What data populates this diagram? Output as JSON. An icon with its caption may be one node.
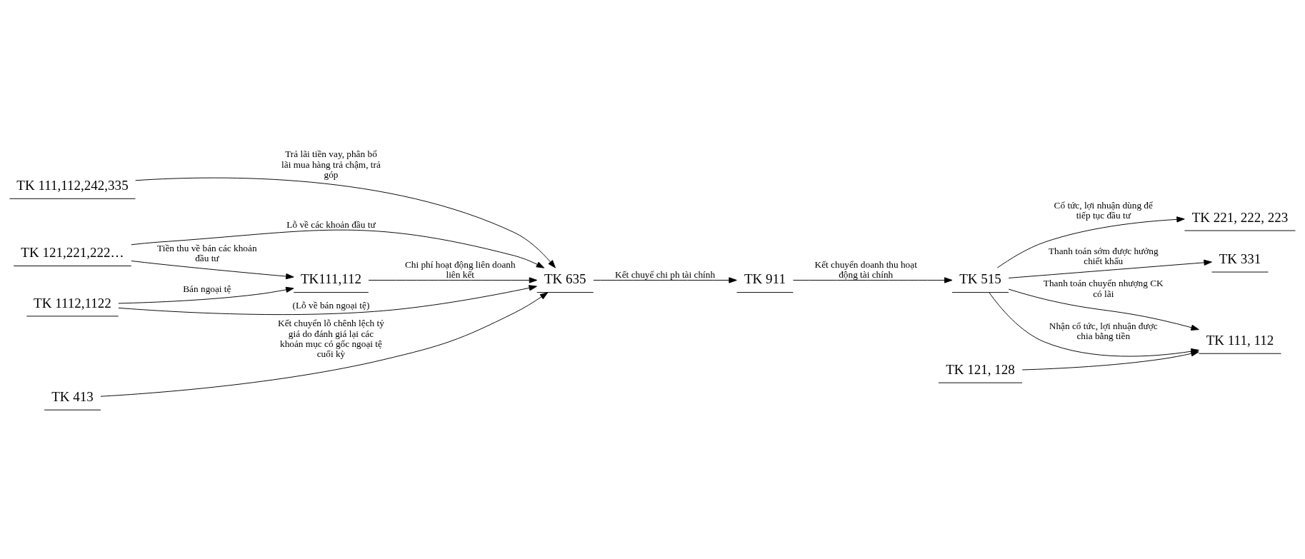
{
  "diagram": {
    "nodes": [
      {
        "text": [
          "TK 111,112,242,335"
        ]
      },
      {
        "text": [
          "TK 635"
        ]
      },
      {
        "text": [
          "TK 515"
        ]
      },
      {
        "text": [
          "TK 111, 112"
        ]
      },
      {
        "text": [
          "TK 121,221,222…"
        ]
      },
      {
        "text": [
          "TK111,112"
        ]
      },
      {
        "text": [
          "TK 121, 128"
        ]
      },
      {
        "text": [
          "TK 221, 222, 223"
        ]
      },
      {
        "text": [
          "TK 1112,1122"
        ]
      },
      {
        "text": [
          "TK 911"
        ]
      },
      {
        "text": [
          "TK 331"
        ]
      },
      {
        "text": [
          "TK 413"
        ]
      }
    ],
    "edges": [
      {
        "from": 0,
        "to": 1,
        "arrow": "to",
        "label": "Trả lãi tiền vay, phân bổ lãi mua hàng trả chậm, trả góp"
      },
      {
        "from": 4,
        "to": 1,
        "arrow": "to",
        "label": "Lỗ về các khoản đầu tư"
      },
      {
        "from": 4,
        "to": 5,
        "arrow": "to",
        "label": "Tiền thu về bán các khoản đầu tư"
      },
      {
        "from": 5,
        "to": 1,
        "arrow": "to",
        "label": "Chi phí hoạt động liên doanh liên kết"
      },
      {
        "from": 8,
        "to": 5,
        "arrow": "to",
        "label": "Bán ngoại tệ"
      },
      {
        "from": 8,
        "to": 1,
        "arrow": "to",
        "label": "(Lỗ về bán ngoại tệ)"
      },
      {
        "from": 11,
        "to": 1,
        "arrow": "to",
        "label": "Kết chuyển lỗ chênh lệch tỷ giá do đánh giá lại các khoản mục có gốc ngoại tệ cuối kỳ"
      },
      {
        "from": 1,
        "to": 9,
        "arrow": "to",
        "label": "Kết chuyể chi ph tài chính"
      },
      {
        "from": 9,
        "to": 2,
        "arrow": "to",
        "label": "Kết chuyển doanh thu hoạt động tài chính"
      },
      {
        "from": 2,
        "to": 3,
        "arrow": "to",
        "label": "Nhận cổ tức, lợi nhuận được chia bằng tiền"
      },
      {
        "from": 2,
        "to": 3,
        "arrow": "to",
        "label": "Thanh toán chuyển nhượng CK có lãi"
      },
      {
        "from": 6,
        "to": 3,
        "arrow": "to"
      },
      {
        "from": 2,
        "to": 7,
        "arrow": "to",
        "label": "Cổ tức, lợi nhuận dùng để tiếp tục đầu tư"
      },
      {
        "from": 2,
        "to": 10,
        "arrow": "to",
        "label": "Thanh toán sớm được hưởng chiết khấu"
      }
    ]
  }
}
